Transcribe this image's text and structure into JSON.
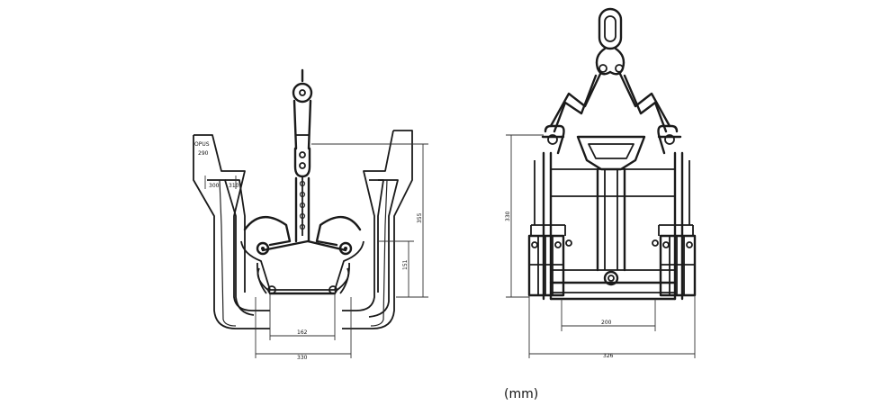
{
  "unit_label": "(mm)",
  "left_view": {
    "open_label_line1": "OPUS",
    "open_label_line2": "290",
    "dim_left_a": "300",
    "dim_left_b": "310",
    "dim_height": "355",
    "dim_side": "151",
    "dim_inner": "162",
    "dim_bottom": "330"
  },
  "right_view": {
    "dim_height": "330",
    "dim_inner": "200",
    "dim_bottom": "326"
  }
}
